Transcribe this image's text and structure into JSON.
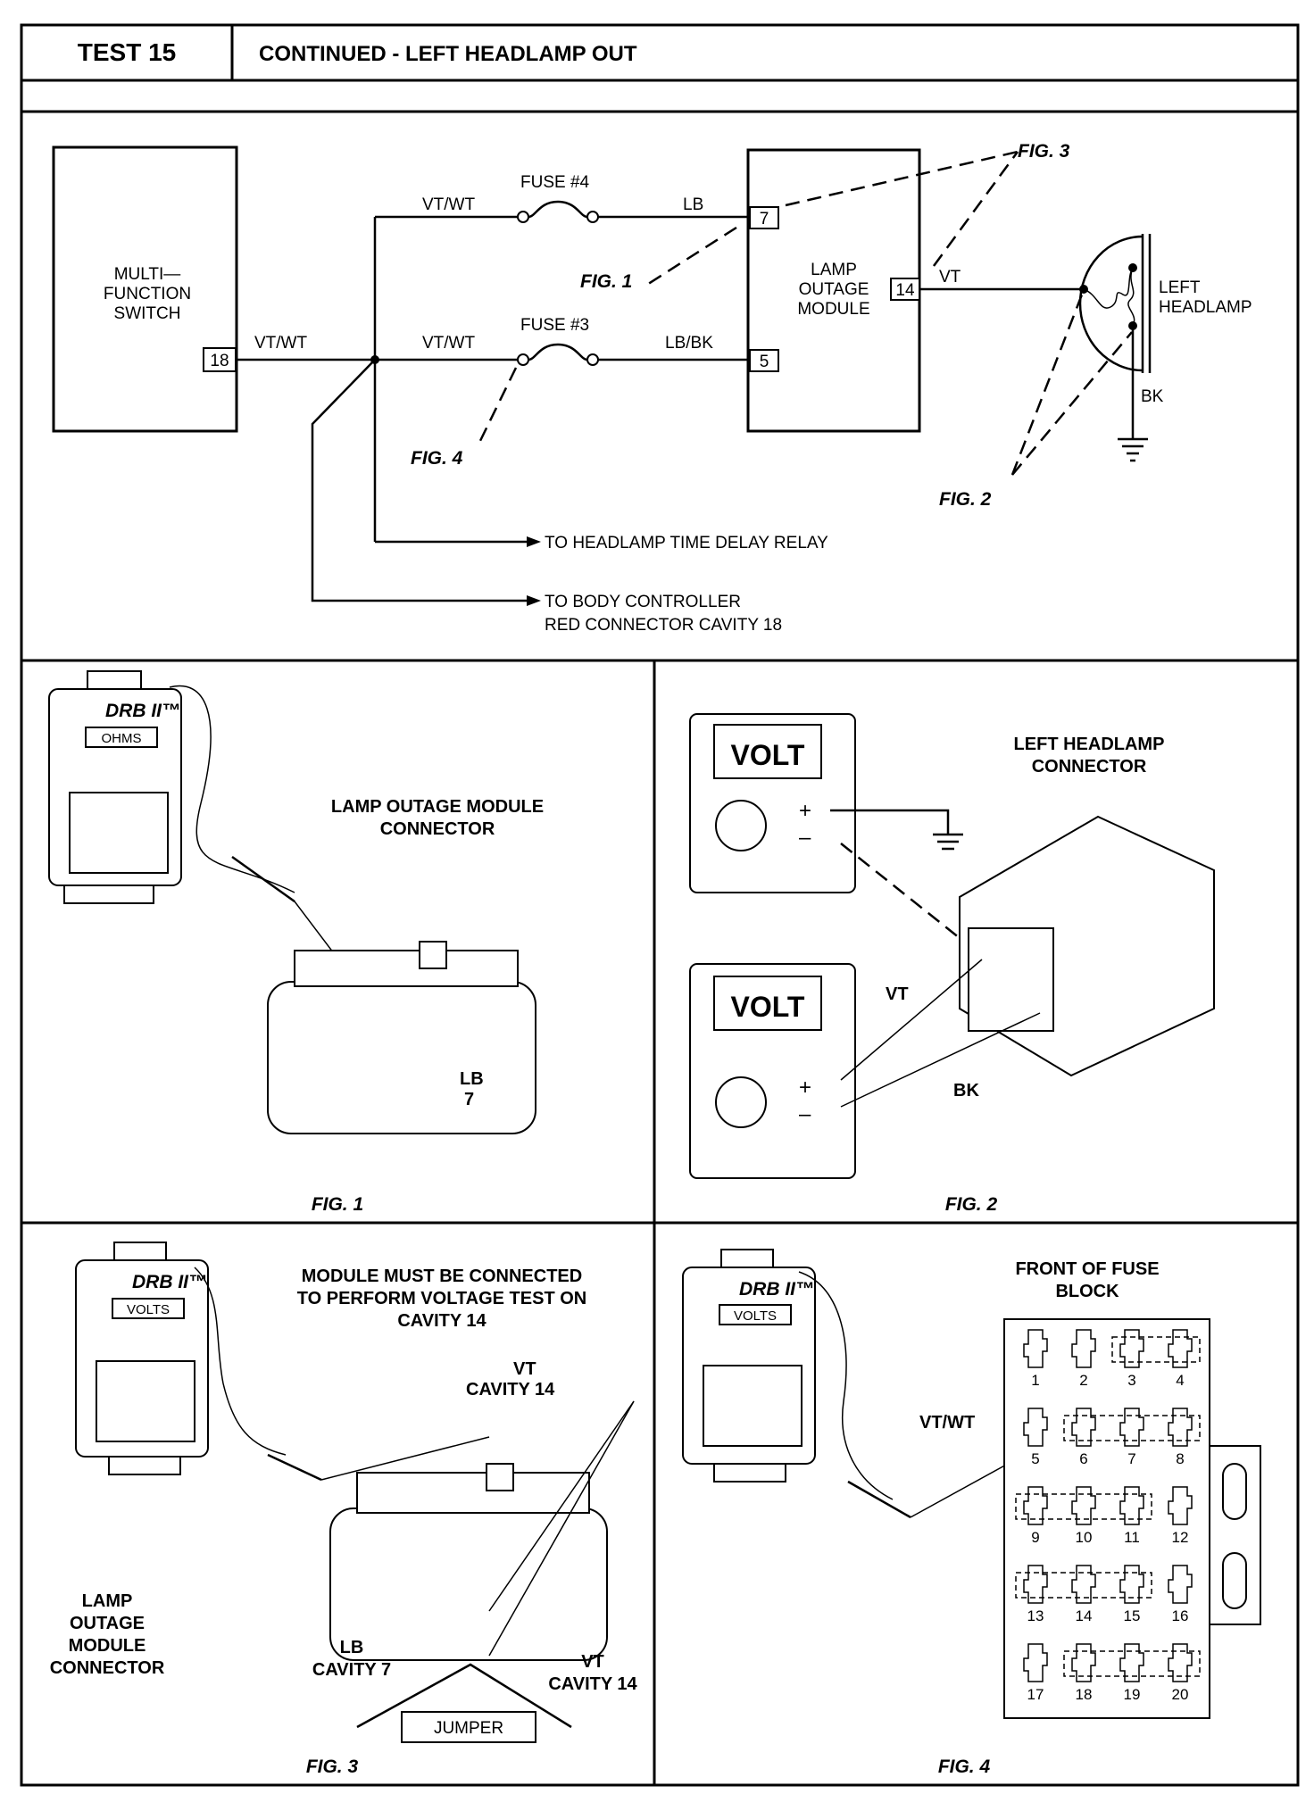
{
  "header": {
    "test_number": "TEST 15",
    "title": "CONTINUED - LEFT HEADLAMP OUT"
  },
  "schematic": {
    "multifunction_switch": [
      "MULTI—",
      "FUNCTION",
      "SWITCH"
    ],
    "switch_pin": "18",
    "wire_switch_out": "VT/WT",
    "wire_fuse4_in": "VT/WT",
    "wire_fuse3_in": "VT/WT",
    "fuse4_label": "FUSE #4",
    "fuse3_label": "FUSE #3",
    "wire_fuse4_out": "LB",
    "wire_fuse3_out": "LB/BK",
    "lom_label": [
      "LAMP",
      "OUTAGE",
      "MODULE"
    ],
    "lom_pin_7": "7",
    "lom_pin_5": "5",
    "lom_pin_14": "14",
    "wire_lom_out": "VT",
    "headlamp_label": [
      "LEFT",
      "HEADLAMP"
    ],
    "ground_wire": "BK",
    "fig_refs": {
      "fig1": "FIG. 1",
      "fig2": "FIG. 2",
      "fig3": "FIG. 3",
      "fig4": "FIG. 4"
    },
    "to_relay": "TO HEADLAMP TIME DELAY RELAY",
    "to_body_controller": [
      "TO BODY CONTROLLER",
      "RED CONNECTOR CAVITY 18"
    ]
  },
  "fig1": {
    "tester_brand": "DRB II™",
    "tester_mode": "OHMS",
    "connector_label": [
      "LAMP OUTAGE MODULE",
      "CONNECTOR"
    ],
    "pin_label": [
      "LB",
      "7"
    ],
    "caption": "FIG. 1"
  },
  "fig2": {
    "meter_text": "VOLT",
    "connector_label": [
      "LEFT HEADLAMP",
      "CONNECTOR"
    ],
    "plus": "+",
    "minus": "–",
    "wire_vt": "VT",
    "wire_bk": "BK",
    "caption": "FIG. 2"
  },
  "fig3": {
    "tester_brand": "DRB II™",
    "tester_mode": "VOLTS",
    "note": [
      "MODULE MUST BE CONNECTED",
      "TO PERFORM VOLTAGE TEST ON",
      "CAVITY 14"
    ],
    "vt_top": [
      "VT",
      "CAVITY 14"
    ],
    "connector_label": [
      "LAMP",
      "OUTAGE",
      "MODULE",
      "CONNECTOR"
    ],
    "lb_label": [
      "LB",
      "CAVITY 7"
    ],
    "vt_bottom": [
      "VT",
      "CAVITY 14"
    ],
    "jumper": "JUMPER",
    "caption": "FIG. 3"
  },
  "fig4": {
    "tester_brand": "DRB II™",
    "tester_mode": "VOLTS",
    "title": [
      "FRONT OF FUSE",
      "BLOCK"
    ],
    "wire": "VT/WT",
    "fuse_numbers": [
      "1",
      "2",
      "3",
      "4",
      "5",
      "6",
      "7",
      "8",
      "9",
      "10",
      "11",
      "12",
      "13",
      "14",
      "15",
      "16",
      "17",
      "18",
      "19",
      "20"
    ],
    "caption": "FIG. 4"
  }
}
